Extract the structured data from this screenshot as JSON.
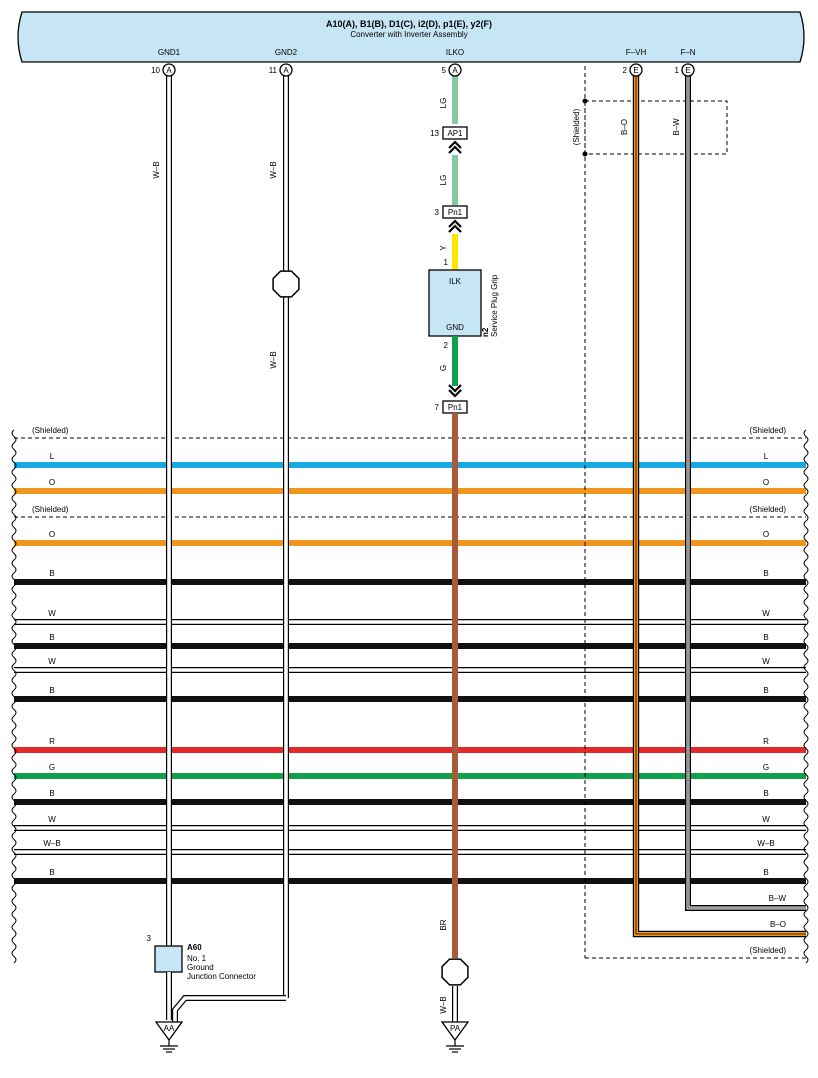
{
  "header": {
    "connectors": "A10(A), B1(B), D1(C), i2(D), p1(E), y2(F)",
    "component": "Converter with Inverter Assembly",
    "fill": "#c6e6f6"
  },
  "terminals": [
    {
      "id": "gnd1",
      "label": "GND1",
      "pin": "10",
      "letter": "A"
    },
    {
      "id": "gnd2",
      "label": "GND2",
      "pin": "11",
      "letter": "A"
    },
    {
      "id": "ilko",
      "label": "ILKO",
      "pin": "5",
      "letter": "A"
    },
    {
      "id": "fvh",
      "label": "F–VH",
      "pin": "2",
      "letter": "E"
    },
    {
      "id": "fn",
      "label": "F–N",
      "pin": "1",
      "letter": "E"
    }
  ],
  "wire_labels": {
    "gnd1": "W–B",
    "gnd2_upper": "W–B",
    "gnd2_lower": "W–B",
    "ilko_lg1": "LG",
    "ilko_lg2": "LG",
    "ilko_y": "Y",
    "ilko_g": "G",
    "ilko_br": "BR",
    "ilko_wb": "W–B",
    "fvh": "B–O",
    "fn": "B–W",
    "shielded_vertical": "(Shielded)"
  },
  "inline_connectors": [
    {
      "id": "ap1",
      "label": "AP1",
      "pin": "13"
    },
    {
      "id": "pn1-top",
      "label": "Pn1",
      "pin": "3"
    },
    {
      "id": "pn1-bottom",
      "label": "Pn1",
      "pin": "7"
    }
  ],
  "service_plug": {
    "code": "n2",
    "name": "Service Plug Grip",
    "terminal_top": "ILK",
    "terminal_bottom": "GND",
    "pin_top": "1",
    "pin_bottom": "2"
  },
  "junction_connector": {
    "code": "A60",
    "name_lines": [
      "No. 1",
      "Ground",
      "Junction Connector"
    ],
    "pin": "3"
  },
  "grounds": [
    {
      "id": "aa",
      "label": "AA"
    },
    {
      "id": "pa",
      "label": "PA"
    }
  ],
  "harness": [
    {
      "type": "shield",
      "label": "(Shielded)"
    },
    {
      "type": "wire",
      "label": "L",
      "color": "#17a9e1"
    },
    {
      "type": "wire",
      "label": "O",
      "color": "#f0961e"
    },
    {
      "type": "shield",
      "label": "(Shielded)"
    },
    {
      "type": "wire",
      "label": "O",
      "color": "#f0961e"
    },
    {
      "type": "wire",
      "label": "B",
      "color": "#111111"
    },
    {
      "type": "wire",
      "label": "W",
      "color": "#ffffff"
    },
    {
      "type": "wire",
      "label": "B",
      "color": "#111111"
    },
    {
      "type": "wire",
      "label": "W",
      "color": "#ffffff"
    },
    {
      "type": "wire",
      "label": "B",
      "color": "#111111"
    },
    {
      "type": "wire",
      "label": "R",
      "color": "#e42b2b"
    },
    {
      "type": "wire",
      "label": "G",
      "color": "#12a14b"
    },
    {
      "type": "wire",
      "label": "B",
      "color": "#111111"
    },
    {
      "type": "wire",
      "label": "W",
      "color": "#ffffff"
    },
    {
      "type": "wire",
      "label": "W–B",
      "color": "#ffffff"
    },
    {
      "type": "wire",
      "label": "B",
      "color": "#111111"
    }
  ],
  "harness_exits": [
    {
      "label": "B–W"
    },
    {
      "label": "B–O"
    },
    {
      "label": "(Shielded)"
    }
  ],
  "wire_colors": {
    "light_green": "#86c9a0",
    "yellow": "#ffe600",
    "green": "#12a14b",
    "brown": "#a85a3a",
    "orange": "#f0961e",
    "black": "#111111",
    "white": "#ffffff",
    "plug_fill": "#c6e6f6"
  }
}
